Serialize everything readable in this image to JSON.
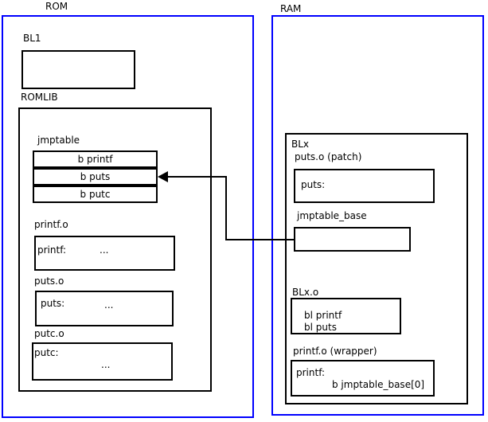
{
  "rom": {
    "label": "ROM",
    "bl1": {
      "label": "BL1"
    },
    "romlib": {
      "label": "ROMLIB",
      "jmptable": {
        "label": "jmptable",
        "entries": [
          "b printf",
          "b puts",
          "b putc"
        ]
      },
      "printf_o": {
        "label": "printf.o",
        "symbol": "printf:",
        "body": "..."
      },
      "puts_o": {
        "label": "puts.o",
        "symbol": "puts:",
        "body": "..."
      },
      "putc_o": {
        "label": "putc.o",
        "symbol": "putc:",
        "body": "..."
      }
    }
  },
  "ram": {
    "label": "RAM",
    "blx": {
      "label": "BLx",
      "puts_patch": {
        "label": "puts.o (patch)",
        "symbol": "puts:"
      },
      "jmptable_base": {
        "label": "jmptable_base"
      },
      "blx_o": {
        "label": "BLx.o",
        "instructions": [
          "bl printf",
          "bl puts"
        ]
      },
      "printf_wrapper": {
        "label": "printf.o (wrapper)",
        "symbol": "printf:",
        "body": "b jmptable_base[0]"
      }
    }
  },
  "colors": {
    "region_frame": "#0000ff",
    "box_border": "#000000",
    "background": "#ffffff"
  }
}
